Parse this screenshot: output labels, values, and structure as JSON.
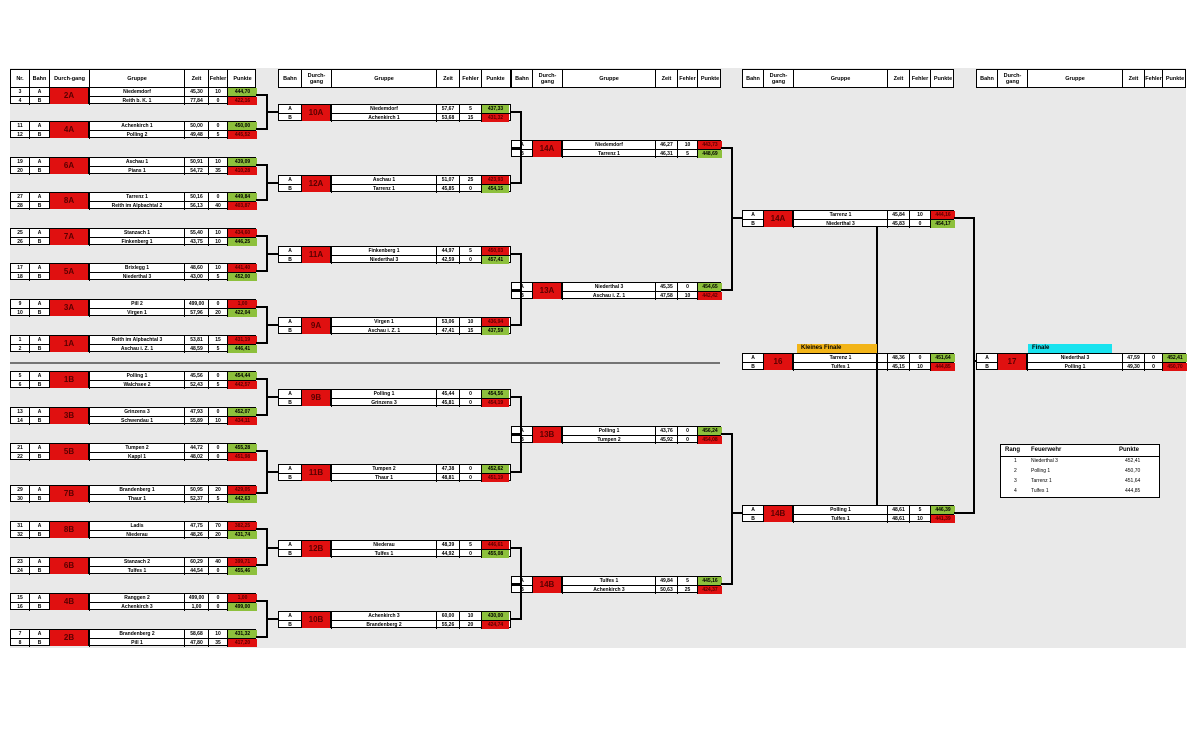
{
  "header": {
    "first": [
      "Nr.",
      "Bahn",
      "Durch-gang",
      "Gruppe",
      "Zeit",
      "Fehler",
      "Punkte"
    ],
    "rest": [
      "Bahn",
      "Durch-gang",
      "Gruppe",
      "Zeit",
      "Fehler",
      "Punkte"
    ]
  },
  "r1": [
    {
      "id": "2A",
      "rows": [
        {
          "nr": "3",
          "bahn": "A",
          "g": "Niedemdorf",
          "z": "45,30",
          "f": "10",
          "p": "444,70",
          "w": true
        },
        {
          "nr": "4",
          "bahn": "B",
          "g": "Reith b. K. 1",
          "z": "77,84",
          "f": "0",
          "p": "422,16",
          "w": false
        }
      ]
    },
    {
      "id": "4A",
      "rows": [
        {
          "nr": "11",
          "bahn": "A",
          "g": "Achenkirch 1",
          "z": "50,00",
          "f": "0",
          "p": "450,00",
          "w": true
        },
        {
          "nr": "12",
          "bahn": "B",
          "g": "Polling 2",
          "z": "49,48",
          "f": "5",
          "p": "445,52",
          "w": false
        }
      ]
    },
    {
      "id": "6A",
      "rows": [
        {
          "nr": "19",
          "bahn": "A",
          "g": "Aschau 1",
          "z": "50,91",
          "f": "10",
          "p": "439,09",
          "w": true
        },
        {
          "nr": "20",
          "bahn": "B",
          "g": "Pians 1",
          "z": "54,72",
          "f": "35",
          "p": "410,28",
          "w": false
        }
      ]
    },
    {
      "id": "8A",
      "rows": [
        {
          "nr": "27",
          "bahn": "A",
          "g": "Tarrenz 1",
          "z": "50,16",
          "f": "0",
          "p": "449,84",
          "w": true
        },
        {
          "nr": "28",
          "bahn": "B",
          "g": "Reith im Alpbachtal 2",
          "z": "56,13",
          "f": "40",
          "p": "403,87",
          "w": false
        }
      ]
    },
    {
      "id": "7A",
      "rows": [
        {
          "nr": "25",
          "bahn": "A",
          "g": "Stanzach 1",
          "z": "55,40",
          "f": "10",
          "p": "434,60",
          "w": false
        },
        {
          "nr": "26",
          "bahn": "B",
          "g": "Finkenberg 1",
          "z": "43,75",
          "f": "10",
          "p": "446,25",
          "w": true
        }
      ]
    },
    {
      "id": "5A",
      "rows": [
        {
          "nr": "17",
          "bahn": "A",
          "g": "Brixlegg 1",
          "z": "48,60",
          "f": "10",
          "p": "441,40",
          "w": false
        },
        {
          "nr": "18",
          "bahn": "B",
          "g": "Niederthal 3",
          "z": "43,00",
          "f": "5",
          "p": "452,00",
          "w": true
        }
      ]
    },
    {
      "id": "3A",
      "rows": [
        {
          "nr": "9",
          "bahn": "A",
          "g": "Pill 2",
          "z": "499,00",
          "f": "0",
          "p": "1,00",
          "w": false
        },
        {
          "nr": "10",
          "bahn": "B",
          "g": "Virgen 1",
          "z": "57,96",
          "f": "20",
          "p": "422,04",
          "w": true
        }
      ]
    },
    {
      "id": "1A",
      "rows": [
        {
          "nr": "1",
          "bahn": "A",
          "g": "Reith im Alpbachtal 3",
          "z": "53,81",
          "f": "15",
          "p": "431,19",
          "w": false
        },
        {
          "nr": "2",
          "bahn": "B",
          "g": "Aschau i. Z. 1",
          "z": "48,59",
          "f": "5",
          "p": "446,41",
          "w": true
        }
      ]
    },
    {
      "id": "1B",
      "rows": [
        {
          "nr": "5",
          "bahn": "A",
          "g": "Polling 1",
          "z": "45,56",
          "f": "0",
          "p": "454,44",
          "w": true
        },
        {
          "nr": "6",
          "bahn": "B",
          "g": "Walchsee 2",
          "z": "52,43",
          "f": "5",
          "p": "442,57",
          "w": false
        }
      ]
    },
    {
      "id": "3B",
      "rows": [
        {
          "nr": "13",
          "bahn": "A",
          "g": "Grinzens 3",
          "z": "47,93",
          "f": "0",
          "p": "452,07",
          "w": true
        },
        {
          "nr": "14",
          "bahn": "B",
          "g": "Schwendau 1",
          "z": "55,89",
          "f": "10",
          "p": "434,11",
          "w": false
        }
      ]
    },
    {
      "id": "5B",
      "rows": [
        {
          "nr": "21",
          "bahn": "A",
          "g": "Tumpen 2",
          "z": "44,72",
          "f": "0",
          "p": "455,28",
          "w": true
        },
        {
          "nr": "22",
          "bahn": "B",
          "g": "Kappl 1",
          "z": "48,02",
          "f": "0",
          "p": "451,98",
          "w": false
        }
      ]
    },
    {
      "id": "7B",
      "rows": [
        {
          "nr": "29",
          "bahn": "A",
          "g": "Brandenberg 1",
          "z": "50,95",
          "f": "20",
          "p": "429,05",
          "w": false
        },
        {
          "nr": "30",
          "bahn": "B",
          "g": "Thaur 1",
          "z": "52,37",
          "f": "5",
          "p": "442,63",
          "w": true
        }
      ]
    },
    {
      "id": "8B",
      "rows": [
        {
          "nr": "31",
          "bahn": "A",
          "g": "Ladis",
          "z": "47,75",
          "f": "70",
          "p": "382,25",
          "w": false
        },
        {
          "nr": "32",
          "bahn": "B",
          "g": "Niederau",
          "z": "48,26",
          "f": "20",
          "p": "431,74",
          "w": true
        }
      ]
    },
    {
      "id": "6B",
      "rows": [
        {
          "nr": "23",
          "bahn": "A",
          "g": "Stanzach 2",
          "z": "60,29",
          "f": "40",
          "p": "399,71",
          "w": false
        },
        {
          "nr": "24",
          "bahn": "B",
          "g": "Tulfes 1",
          "z": "44,54",
          "f": "0",
          "p": "455,46",
          "w": true
        }
      ]
    },
    {
      "id": "4B",
      "rows": [
        {
          "nr": "15",
          "bahn": "A",
          "g": "Ranggen 2",
          "z": "499,00",
          "f": "0",
          "p": "1,00",
          "w": false
        },
        {
          "nr": "16",
          "bahn": "B",
          "g": "Achenkirch 3",
          "z": "1,00",
          "f": "0",
          "p": "499,00",
          "w": true
        }
      ]
    },
    {
      "id": "2B",
      "rows": [
        {
          "nr": "7",
          "bahn": "A",
          "g": "Brandenberg 2",
          "z": "58,68",
          "f": "10",
          "p": "431,32",
          "w": true
        },
        {
          "nr": "8",
          "bahn": "B",
          "g": "Pill 1",
          "z": "47,80",
          "f": "35",
          "p": "417,20",
          "w": false
        }
      ]
    }
  ],
  "r2": [
    {
      "id": "10A",
      "rows": [
        {
          "bahn": "A",
          "g": "Niedemdorf",
          "z": "57,67",
          "f": "5",
          "p": "437,33",
          "w": true
        },
        {
          "bahn": "B",
          "g": "Achenkirch 1",
          "z": "53,68",
          "f": "15",
          "p": "431,32",
          "w": false
        }
      ]
    },
    {
      "id": "12A",
      "rows": [
        {
          "bahn": "A",
          "g": "Aschau 1",
          "z": "51,07",
          "f": "25",
          "p": "423,93",
          "w": false
        },
        {
          "bahn": "B",
          "g": "Tarrenz 1",
          "z": "45,85",
          "f": "0",
          "p": "454,15",
          "w": true
        }
      ]
    },
    {
      "id": "11A",
      "rows": [
        {
          "bahn": "A",
          "g": "Finkenberg 1",
          "z": "44,97",
          "f": "5",
          "p": "450,03",
          "w": false
        },
        {
          "bahn": "B",
          "g": "Niederthal 3",
          "z": "42,59",
          "f": "0",
          "p": "457,41",
          "w": true
        }
      ]
    },
    {
      "id": "9A",
      "rows": [
        {
          "bahn": "A",
          "g": "Virgen 1",
          "z": "53,06",
          "f": "10",
          "p": "436,94",
          "w": false
        },
        {
          "bahn": "B",
          "g": "Aschau i. Z. 1",
          "z": "47,41",
          "f": "15",
          "p": "437,59",
          "w": true
        }
      ]
    },
    {
      "id": "9B",
      "rows": [
        {
          "bahn": "A",
          "g": "Polling 1",
          "z": "45,44",
          "f": "0",
          "p": "454,56",
          "w": true
        },
        {
          "bahn": "B",
          "g": "Grinzens 3",
          "z": "45,81",
          "f": "0",
          "p": "454,19",
          "w": false
        }
      ]
    },
    {
      "id": "11B",
      "rows": [
        {
          "bahn": "A",
          "g": "Tumpen 2",
          "z": "47,38",
          "f": "0",
          "p": "452,62",
          "w": true
        },
        {
          "bahn": "B",
          "g": "Thaur 1",
          "z": "48,81",
          "f": "0",
          "p": "451,19",
          "w": false
        }
      ]
    },
    {
      "id": "12B",
      "rows": [
        {
          "bahn": "A",
          "g": "Niederau",
          "z": "48,39",
          "f": "5",
          "p": "446,61",
          "w": false
        },
        {
          "bahn": "B",
          "g": "Tulfes 1",
          "z": "44,92",
          "f": "0",
          "p": "455,08",
          "w": true
        }
      ]
    },
    {
      "id": "10B",
      "rows": [
        {
          "bahn": "A",
          "g": "Achenkirch 3",
          "z": "60,00",
          "f": "10",
          "p": "430,00",
          "w": true
        },
        {
          "bahn": "B",
          "g": "Brandenberg 2",
          "z": "55,26",
          "f": "20",
          "p": "424,74",
          "w": false
        }
      ]
    }
  ],
  "r3": [
    {
      "id": "14A",
      "rows": [
        {
          "bahn": "A",
          "g": "Niedemdorf",
          "z": "46,27",
          "f": "10",
          "p": "443,73",
          "w": false
        },
        {
          "bahn": "B",
          "g": "Tarrenz 1",
          "z": "46,31",
          "f": "5",
          "p": "448,69",
          "w": true
        }
      ]
    },
    {
      "id": "13A",
      "rows": [
        {
          "bahn": "A",
          "g": "Niederthal 3",
          "z": "45,35",
          "f": "0",
          "p": "454,65",
          "w": true
        },
        {
          "bahn": "B",
          "g": "Aschau i. Z. 1",
          "z": "47,58",
          "f": "10",
          "p": "442,42",
          "w": false
        }
      ]
    },
    {
      "id": "13B",
      "rows": [
        {
          "bahn": "A",
          "g": "Polling 1",
          "z": "43,76",
          "f": "0",
          "p": "456,24",
          "w": true
        },
        {
          "bahn": "B",
          "g": "Tumpen 2",
          "z": "45,92",
          "f": "0",
          "p": "454,08",
          "w": false
        }
      ]
    },
    {
      "id": "14B",
      "rows": [
        {
          "bahn": "A",
          "g": "Tulfes 1",
          "z": "49,84",
          "f": "5",
          "p": "445,16",
          "w": true
        },
        {
          "bahn": "B",
          "g": "Achenkirch 3",
          "z": "50,63",
          "f": "25",
          "p": "424,37",
          "w": false
        }
      ]
    }
  ],
  "r4": [
    {
      "id": "14A",
      "rows": [
        {
          "bahn": "A",
          "g": "Tarrenz 1",
          "z": "45,84",
          "f": "10",
          "p": "444,16",
          "w": false
        },
        {
          "bahn": "B",
          "g": "Niederthal 3",
          "z": "45,83",
          "f": "0",
          "p": "454,17",
          "w": true
        }
      ]
    },
    {
      "id": "14B",
      "rows": [
        {
          "bahn": "A",
          "g": "Polling 1",
          "z": "48,61",
          "f": "5",
          "p": "446,39",
          "w": true
        },
        {
          "bahn": "B",
          "g": "Tulfes 1",
          "z": "48,61",
          "f": "10",
          "p": "441,39",
          "w": false
        }
      ]
    }
  ],
  "small_final": {
    "label": "Kleines Finale",
    "id": "16",
    "rows": [
      {
        "bahn": "A",
        "g": "Tarrenz 1",
        "z": "48,36",
        "f": "0",
        "p": "451,64",
        "w": true
      },
      {
        "bahn": "B",
        "g": "Tulfes 1",
        "z": "45,15",
        "f": "10",
        "p": "444,85",
        "w": false
      }
    ]
  },
  "final": {
    "label": "Finale",
    "id": "17",
    "rows": [
      {
        "bahn": "A",
        "g": "Niederthal 3",
        "z": "47,59",
        "f": "0",
        "p": "452,41",
        "w": true
      },
      {
        "bahn": "B",
        "g": "Polling 1",
        "z": "49,30",
        "f": "0",
        "p": "450,70",
        "w": false
      }
    ]
  },
  "ranking": {
    "headers": [
      "Rang",
      "Feuerwehr",
      "Punkte"
    ],
    "rows": [
      {
        "r": "1",
        "n": "Niederthal 3",
        "p": "452,41"
      },
      {
        "r": "2",
        "n": "Polling 1",
        "p": "450,70"
      },
      {
        "r": "3",
        "n": "Tarrenz 1",
        "p": "451,64"
      },
      {
        "r": "4",
        "n": "Tulfes 1",
        "p": "444,85"
      }
    ]
  },
  "colors": {
    "win": "#8dc03c",
    "lose": "#e01010",
    "badge": "#e01010",
    "small_final_label": "#f2b418",
    "final_label": "#19e3ef",
    "sheet": "#e9e9e9"
  }
}
